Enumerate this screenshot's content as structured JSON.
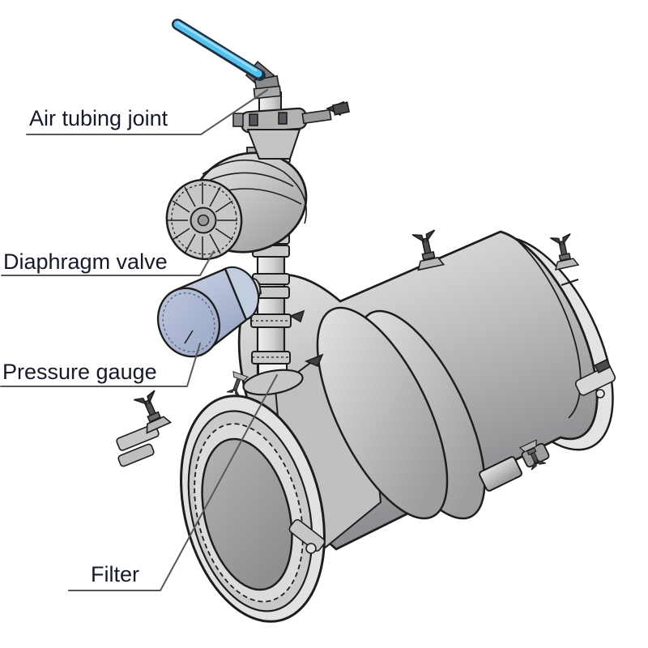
{
  "diagram": {
    "type": "technical-illustration",
    "subject": "Sanitary filter assembly with air piping",
    "labels": {
      "air_tubing_joint": "Air tubing joint",
      "diaphragm_valve": "Diaphragm valve",
      "pressure_gauge": "Pressure gauge",
      "filter": "Filter"
    },
    "parts": [
      {
        "id": "air-tube",
        "name": "Air tubing"
      },
      {
        "id": "air-tubing-joint",
        "name": "Air tubing joint"
      },
      {
        "id": "inlet-clamp-assembly",
        "name": "Inlet clamp assembly"
      },
      {
        "id": "vertical-pipe",
        "name": "Inlet pipe with ferrule clamps"
      },
      {
        "id": "diaphragm-valve",
        "name": "Diaphragm valve"
      },
      {
        "id": "pressure-gauge",
        "name": "Pressure gauge"
      },
      {
        "id": "filter-housing",
        "name": "Filter housing"
      },
      {
        "id": "filter-opening",
        "name": "Filter front opening"
      }
    ],
    "colors": {
      "background": "#ffffff",
      "line": "#1d1d1b",
      "leader_line": "#57575a",
      "label_text": "#161a29",
      "tube_blue": "#54c2ee",
      "tube_outline": "#1f2e3c",
      "gauge_blue_gray": "#b5c0d8",
      "metal_light": "#eaeae8",
      "metal_mid": "#c7c7c5",
      "metal_dark": "#8e8e8c",
      "opening_gray": "#a2a2a0"
    }
  }
}
